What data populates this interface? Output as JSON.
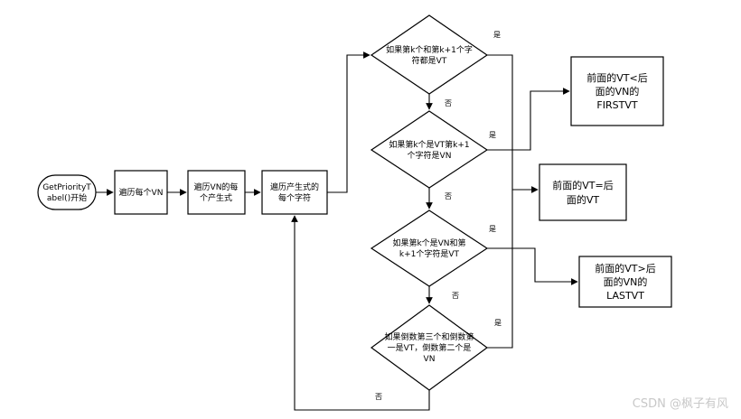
{
  "nodes": {
    "start": [
      "GetPriorityT",
      "abel()开始"
    ],
    "vn_each": [
      "遍历每个VN"
    ],
    "prod_each": [
      "遍历VN的每",
      "个产生式"
    ],
    "char_each": [
      "遍历产生式的",
      "每个字符"
    ],
    "d1": [
      "如果第k个和第k+1个字",
      "符都是VT"
    ],
    "d2": [
      "如果第k个是VT第k+1",
      "个字符是VN"
    ],
    "d3": [
      "如果第k个是VN和第",
      "k+1个字符是VT"
    ],
    "d4": [
      "如果倒数第三个和倒数第",
      "一是VT，倒数第二个是",
      "VN"
    ],
    "r_lt": [
      "前面的VT<后",
      "面的VN的",
      "FIRSTVT"
    ],
    "r_eq": [
      "前面的VT=后",
      "面的VT"
    ],
    "r_gt": [
      "前面的VT>后",
      "面的VN的",
      "LASTVT"
    ]
  },
  "edge_labels": {
    "d1_yes": "是",
    "d1_no": "否",
    "d2_yes": "是",
    "d2_no": "否",
    "d3_yes": "是",
    "d3_no": "否",
    "d4_yes": "是",
    "d4_no": "否"
  },
  "watermark": "CSDN @枫子有风"
}
